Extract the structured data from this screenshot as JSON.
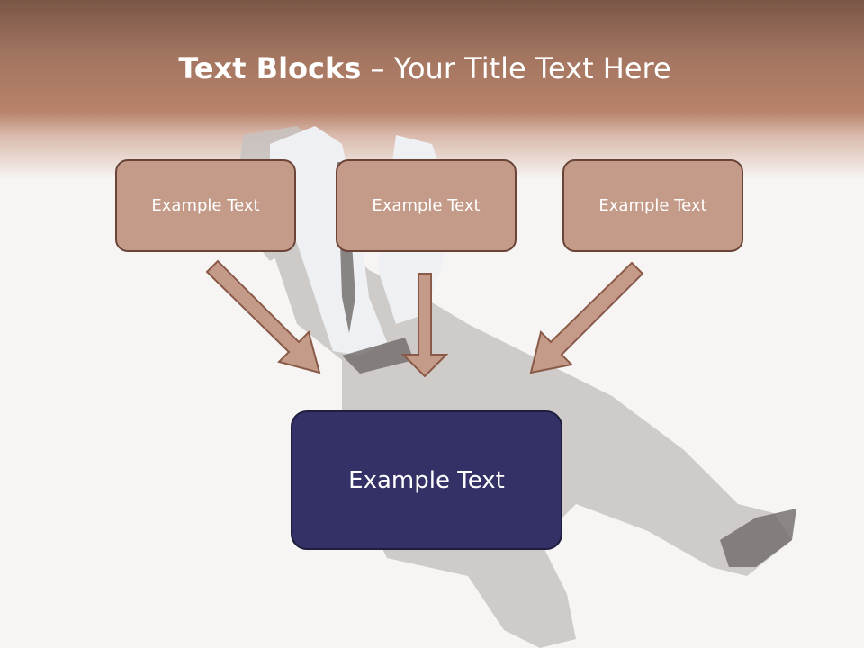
{
  "title": {
    "bold": "Text Blocks",
    "dash": "–",
    "rest": "Your Title Text Here"
  },
  "boxes": [
    {
      "label": "Example Text"
    },
    {
      "label": "Example Text"
    },
    {
      "label": "Example Text"
    }
  ],
  "main_box": {
    "label": "Example Text"
  },
  "colors": {
    "header": "#a27560",
    "box_fill": "#c49a88",
    "box_border": "#6b4438",
    "main_fill": "#333166"
  }
}
